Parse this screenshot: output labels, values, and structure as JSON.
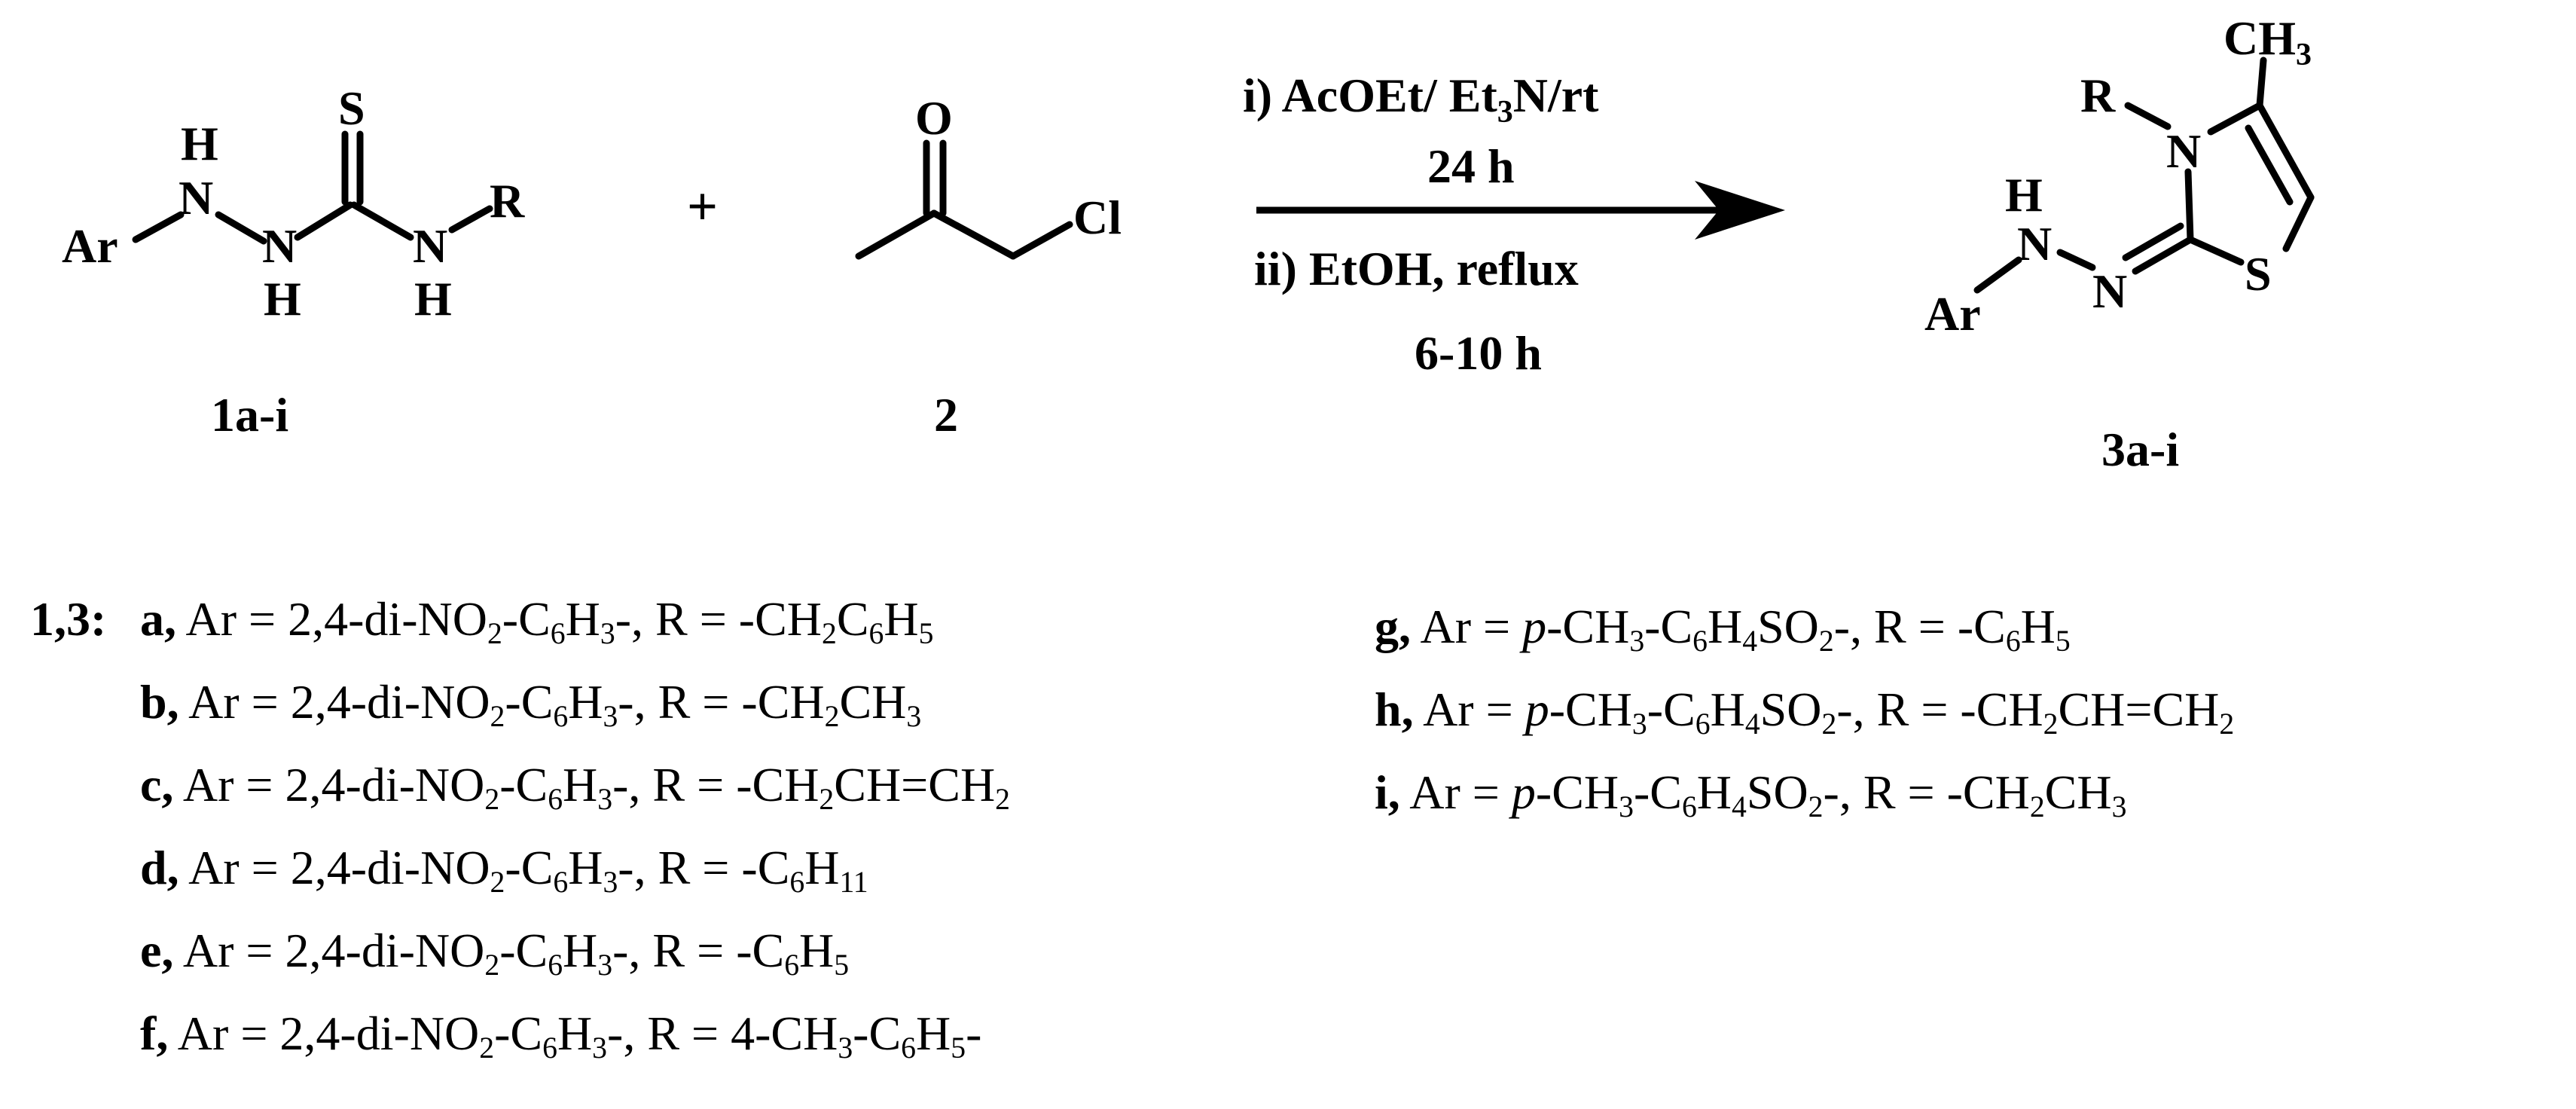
{
  "reactant1": {
    "atoms": {
      "ar": "Ar",
      "n1": "N",
      "h1": "H",
      "n2": "N",
      "h2": "H",
      "s": "S",
      "n3": "N",
      "h3": "H",
      "r": "R"
    },
    "label": "1a-i"
  },
  "plus": "+",
  "reactant2": {
    "atoms": {
      "o": "O",
      "cl": "Cl"
    },
    "label": "2"
  },
  "conditions": {
    "step1_prefix": "i) AcOEt/ Et",
    "step1_sub": "3",
    "step1_suffix": "N/rt",
    "step1_time": "24 h",
    "step2": "ii) EtOH, reflux",
    "step2_time": "6-10 h"
  },
  "product": {
    "atoms": {
      "r": "R",
      "n_ring": "N",
      "ch3": "CH",
      "ch3_sub": "3",
      "s_ring": "S",
      "n_exo": "N",
      "nh_n": "N",
      "nh_h": "H",
      "ar": "Ar"
    },
    "label": "3a-i"
  },
  "legend": {
    "prefix": "1,3:",
    "entries": [
      {
        "key": "a,",
        "ar": [
          "2,4-di-NO",
          "2",
          "-C",
          "6",
          "H",
          "3",
          "-"
        ],
        "r": [
          "-CH",
          "2",
          "C",
          "6",
          "H",
          "5"
        ]
      },
      {
        "key": "b,",
        "ar": [
          "2,4-di-NO",
          "2",
          "-C",
          "6",
          "H",
          "3",
          "-"
        ],
        "r": [
          "-CH",
          "2",
          "CH",
          "3"
        ]
      },
      {
        "key": "c,",
        "ar": [
          "2,4-di-NO",
          "2",
          "-C",
          "6",
          "H",
          "3",
          "-"
        ],
        "r": [
          "-CH",
          "2",
          "CH=CH",
          "2"
        ]
      },
      {
        "key": "d,",
        "ar": [
          "2,4-di-NO",
          "2",
          "-C",
          "6",
          "H",
          "3",
          "-"
        ],
        "r": [
          "-C",
          "6",
          "H",
          "11"
        ]
      },
      {
        "key": "e,",
        "ar": [
          "2,4-di-NO",
          "2",
          "-C",
          "6",
          "H",
          "3",
          "-"
        ],
        "r": [
          "-C",
          "6",
          "H",
          "5"
        ]
      },
      {
        "key": "f,",
        "ar": [
          "2,4-di-NO",
          "2",
          "-C",
          "6",
          "H",
          "3",
          "-"
        ],
        "r": [
          "4-CH",
          "3",
          "-C",
          "6",
          "H",
          "5",
          "-"
        ]
      },
      {
        "key": "g,",
        "ar_italic": "p",
        "ar": [
          "-CH",
          "3",
          "-C",
          "6",
          "H",
          "4",
          "SO",
          "2",
          "-"
        ],
        "r": [
          "-C",
          "6",
          "H",
          "5"
        ]
      },
      {
        "key": "h,",
        "ar_italic": "p",
        "ar": [
          "-CH",
          "3",
          "-C",
          "6",
          "H",
          "4",
          "SO",
          "2",
          "-"
        ],
        "r": [
          "-CH",
          "2",
          "CH=CH",
          "2"
        ]
      },
      {
        "key": "i,",
        "ar_italic": "p",
        "ar": [
          "-CH",
          "3",
          "-C",
          "6",
          "H",
          "4",
          "SO",
          "2",
          "-"
        ],
        "r": [
          "-CH",
          "2",
          "CH",
          "3"
        ]
      }
    ],
    "ar_eq": "Ar = ",
    "r_eq": ", R = "
  }
}
